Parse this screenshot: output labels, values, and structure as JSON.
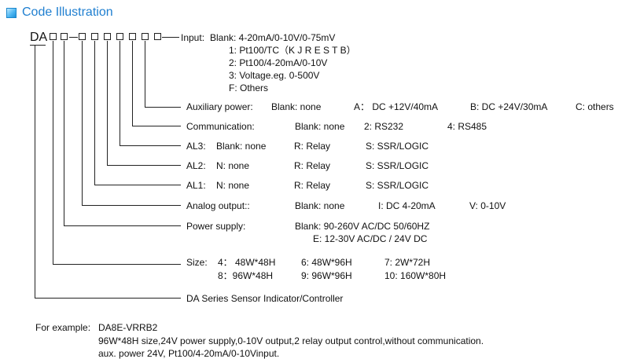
{
  "header": {
    "title": "Code Illustration",
    "icon": "square-blue-icon"
  },
  "code": {
    "prefix": "DA",
    "separator": "-"
  },
  "rows": {
    "input": {
      "label": "Input:",
      "options": [
        "Blank:  4-20mA/0-10V/0-75mV",
        "1:  Pt100/TC（K J R E S T B）",
        "2:  Pt100/4-20mA/0-10V",
        "3:  Voltage.eg. 0-500V",
        "F:  Others"
      ]
    },
    "aux": {
      "label": "Auxiliary power:",
      "o1": "Blank: none",
      "o2": "A： DC +12V/40mA",
      "o3": "B: DC +24V/30mA",
      "o4": "C: others"
    },
    "comm": {
      "label": "Communication:",
      "o1": "Blank: none",
      "o2": "2:  RS232",
      "o3": "4: RS485"
    },
    "al3": {
      "label": "AL3:",
      "o1": "Blank: none",
      "o2": "R: Relay",
      "o3": "S: SSR/LOGIC"
    },
    "al2": {
      "label": "AL2:",
      "o1": "N: none",
      "o2": "R: Relay",
      "o3": "S: SSR/LOGIC"
    },
    "al1": {
      "label": "AL1:",
      "o1": "N: none",
      "o2": "R: Relay",
      "o3": "S: SSR/LOGIC"
    },
    "analog": {
      "label": "Analog output::",
      "o1": "Blank: none",
      "o2": "I: DC 4-20mA",
      "o3": "V: 0-10V"
    },
    "power": {
      "label": "Power supply:",
      "o1": "Blank:  90-260V AC/DC   50/60HZ",
      "o2": "E:  12-30V AC/DC / 24V DC"
    },
    "size": {
      "label": "Size:",
      "c1a": "4： 48W*48H",
      "c1b": "8：96W*48H",
      "c2a": "6:  48W*96H",
      "c2b": "9:  96W*96H",
      "c3a": "7:  2W*72H",
      "c3b": "10:  160W*80H"
    },
    "series": {
      "label": "DA Series Sensor Indicator/Controller"
    }
  },
  "example": {
    "label": "For example:",
    "code": "DA8E-VRRB2",
    "line1": "96W*48H size,24V power supply,0-10V output,2 relay output control,without communication.",
    "line2": "aux. power 24V, Pt100/4-20mA/0-10Vinput."
  }
}
